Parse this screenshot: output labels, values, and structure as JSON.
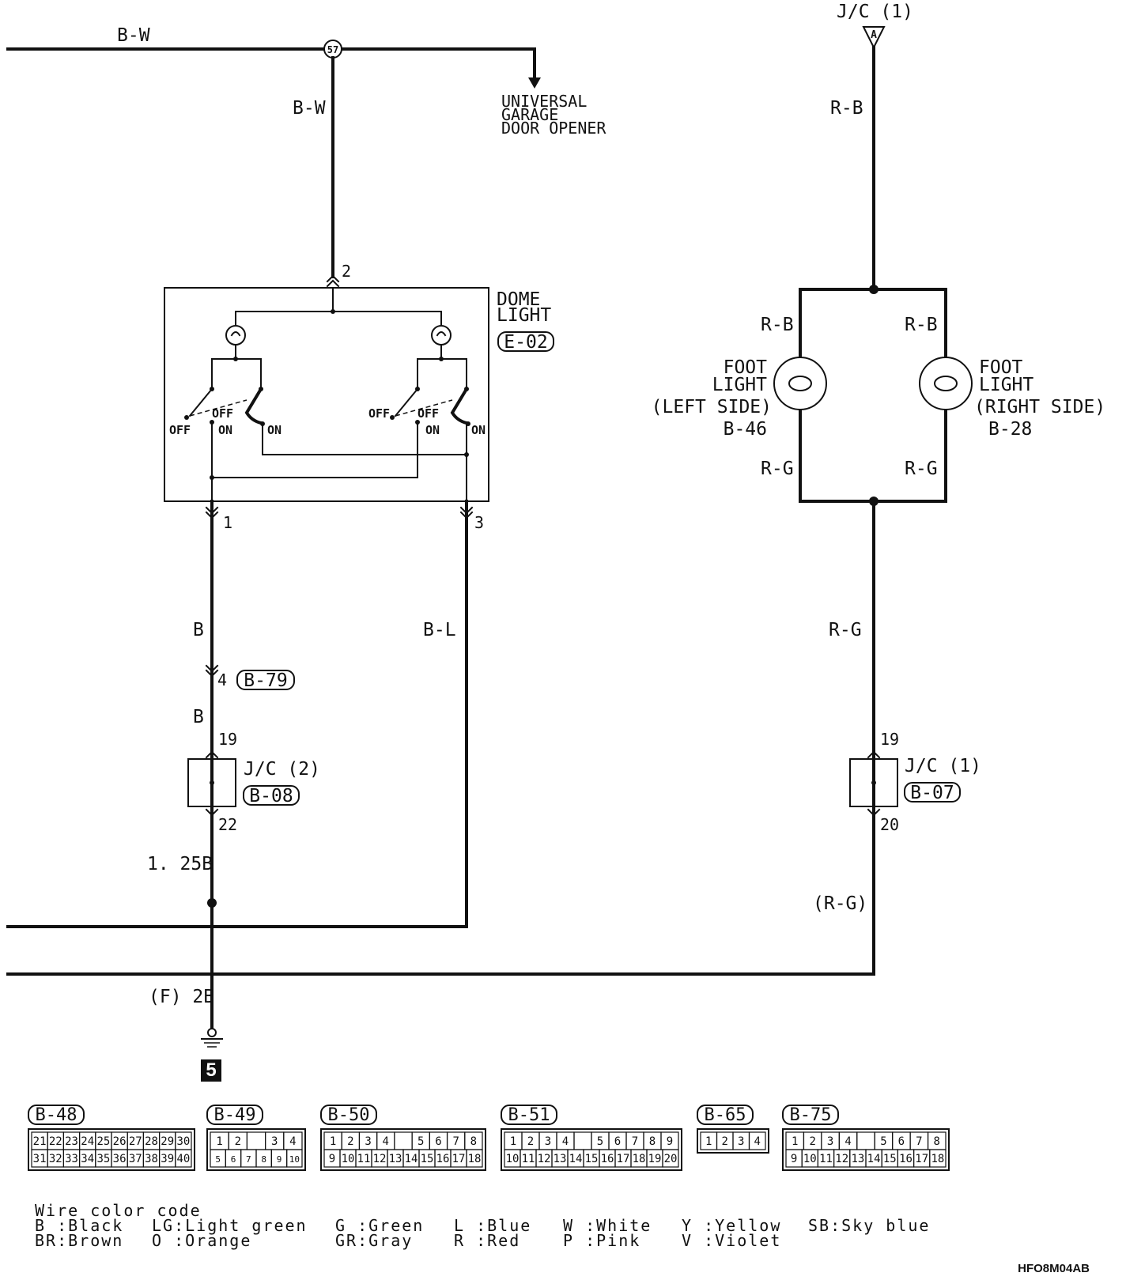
{
  "wires": {
    "top_main": "B-W",
    "top_branch": "B-W",
    "jc1_feed": "R-B",
    "left_foot_top": "R-B",
    "right_foot_top": "R-B",
    "left_foot_bottom": "R-G",
    "right_foot_bottom": "R-G",
    "foot_return": "R-G",
    "pin1_wire": "B",
    "pin3_wire": "B-L",
    "after_b79": "B",
    "ground_1": "1. 25B",
    "jc1_out": "(R-G)",
    "ground_2": "(F) 2B"
  },
  "components": {
    "splice": "57",
    "universal": [
      "UNIVERSAL",
      "GARAGE",
      "DOOR OPENER"
    ],
    "jc1_top": "J/C (1)",
    "jc1_top_pin": "A",
    "dome_light": [
      "DOME",
      "LIGHT"
    ],
    "dome_conn": "E-02",
    "foot_left": [
      "FOOT",
      "LIGHT",
      "(LEFT SIDE)",
      "B-46"
    ],
    "foot_right": [
      "FOOT",
      "LIGHT",
      "(RIGHT SIDE)",
      "B-28"
    ],
    "jc2": "J/C (2)",
    "jc2_conn": "B-08",
    "jc1_bottom": "J/C (1)",
    "jc1_bottom_conn": "B-07",
    "b79": "B-79",
    "ground_id": "5"
  },
  "pins": {
    "dome_top": "2",
    "dome_left": "1",
    "dome_right": "3",
    "b79_pin": "4",
    "jc2_in": "19",
    "jc2_out": "22",
    "jc1_in": "19",
    "jc1_out": "20"
  },
  "switch_labels": {
    "off": "OFF",
    "on": "ON"
  },
  "connectors": [
    {
      "id": "B-48",
      "rows": [
        [
          "21",
          "22",
          "23",
          "24",
          "25",
          "26",
          "27",
          "28",
          "29",
          "30"
        ],
        [
          "31",
          "32",
          "33",
          "34",
          "35",
          "36",
          "37",
          "38",
          "39",
          "40"
        ]
      ]
    },
    {
      "id": "B-49",
      "rows": [
        [
          "1",
          "2",
          "",
          "3",
          "4"
        ],
        [
          "5",
          "6",
          "7",
          "8",
          "9",
          "10"
        ]
      ]
    },
    {
      "id": "B-50",
      "rows": [
        [
          "1",
          "2",
          "3",
          "4",
          "",
          "5",
          "6",
          "7",
          "8"
        ],
        [
          "9",
          "10",
          "11",
          "12",
          "13",
          "14",
          "15",
          "16",
          "17",
          "18"
        ]
      ]
    },
    {
      "id": "B-51",
      "rows": [
        [
          "1",
          "2",
          "3",
          "4",
          "",
          "5",
          "6",
          "7",
          "8",
          "9"
        ],
        [
          "10",
          "11",
          "12",
          "13",
          "14",
          "15",
          "16",
          "17",
          "18",
          "19",
          "20"
        ]
      ]
    },
    {
      "id": "B-65",
      "rows": [
        [
          "1",
          "2",
          "3",
          "4"
        ]
      ]
    },
    {
      "id": "B-75",
      "rows": [
        [
          "1",
          "2",
          "3",
          "4",
          "",
          "5",
          "6",
          "7",
          "8"
        ],
        [
          "9",
          "10",
          "11",
          "12",
          "13",
          "14",
          "15",
          "16",
          "17",
          "18"
        ]
      ]
    }
  ],
  "legend": {
    "title": "Wire color code",
    "col1": "B :Black\nBR:Brown",
    "col2": "LG:Light green\nO :Orange",
    "col3": "G :Green\nGR:Gray",
    "col4": "L :Blue\nR :Red",
    "col5": "W :White\nP :Pink",
    "col6": "Y :Yellow\nV :Violet",
    "col7": "SB:Sky blue"
  },
  "figure_code": "HFO8M04AB"
}
